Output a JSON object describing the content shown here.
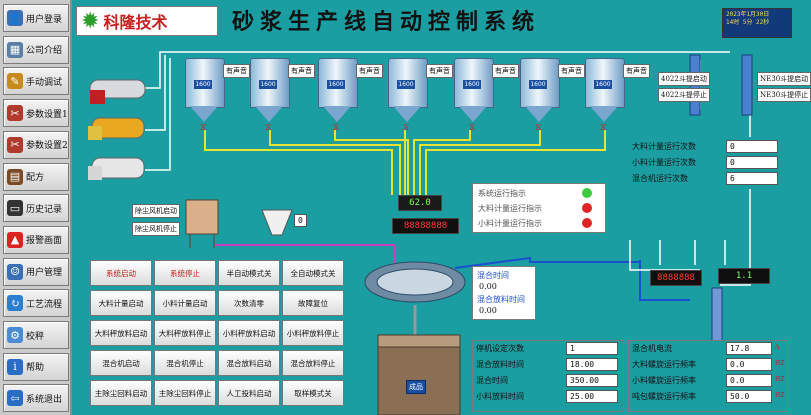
{
  "nav": {
    "items": [
      {
        "label": "用户登录",
        "icon": "user-icon",
        "color": "#3b6fb5"
      },
      {
        "label": "公司介绍",
        "icon": "building-icon",
        "color": "#5a7fa3"
      },
      {
        "label": "手动调试",
        "icon": "wrench-icon",
        "color": "#c68a1d"
      },
      {
        "label": "参数设置1",
        "icon": "tools-icon",
        "color": "#b03a2e"
      },
      {
        "label": "参数设置2",
        "icon": "tools-icon",
        "color": "#b03a2e"
      },
      {
        "label": "配方",
        "icon": "notebook-icon",
        "color": "#7a4a26"
      },
      {
        "label": "历史记录",
        "icon": "monitor-icon",
        "color": "#333"
      },
      {
        "label": "报警画面",
        "icon": "siren-icon",
        "color": "#d22"
      },
      {
        "label": "用户管理",
        "icon": "user-admin-icon",
        "color": "#3b6fb5"
      },
      {
        "label": "工艺流程",
        "icon": "refresh-icon",
        "color": "#2c7fcf"
      },
      {
        "label": "校秤",
        "icon": "gear-icon",
        "color": "#4a8bd4"
      },
      {
        "label": "帮助",
        "icon": "info-icon",
        "color": "#2b6cc4"
      },
      {
        "label": "系统退出",
        "icon": "exit-icon",
        "color": "#2b6cc4"
      }
    ]
  },
  "header": {
    "logo_text": "科隆技术",
    "title": "砂浆生产线自动控制系统",
    "clock_date": "2023年1月30日",
    "clock_time": "14时 5分 22秒"
  },
  "silos": {
    "tags": [
      "有声音",
      "有声音",
      "有声音",
      "有声音",
      "有声音",
      "有声音",
      "有声音"
    ]
  },
  "elevators": {
    "start_label": "4022斗提启动",
    "stop_label": "4022斗提停止",
    "start2_label": "NE30斗提启动",
    "stop2_label": "NE30斗提停止"
  },
  "dust": {
    "start_label": "除尘风机启动",
    "stop_label": "除尘风机停止",
    "bin_value": "0"
  },
  "scale": {
    "main_display": "62.0",
    "sub_display": "88888888",
    "small_display": "1.1"
  },
  "counts": {
    "rows": [
      {
        "label": "大料计量运行次数",
        "value": "0"
      },
      {
        "label": "小料计量运行次数",
        "value": "0"
      },
      {
        "label": "混合机运行次数",
        "value": "6"
      }
    ]
  },
  "indicators": {
    "rows": [
      {
        "label": "系统运行指示",
        "color": "#3fc93f"
      },
      {
        "label": "大料计量运行指示",
        "color": "#e02424"
      },
      {
        "label": "小料计量运行指示",
        "color": "#e02424"
      }
    ]
  },
  "mix": {
    "mix_time_label": "混合时间",
    "mix_time_value": "0.00",
    "discharge_label": "混合放料时间",
    "discharge_value": "0.00"
  },
  "controls": [
    [
      "系统启动",
      "系统停止",
      "半自动模式关",
      "全自动模式关"
    ],
    [
      "大料计量启动",
      "小料计量启动",
      "次数清零",
      "故障复位"
    ],
    [
      "大料秤放料启动",
      "大料秤放料停止",
      "小料秤放料启动",
      "小料秤放料停止"
    ],
    [
      "混合机启动",
      "混合机停止",
      "混合放料启动",
      "混合放料停止"
    ],
    [
      "主除尘回料启动",
      "主除尘回料停止",
      "人工投料启动",
      "取样模式关"
    ]
  ],
  "finished_silo_label": "成品",
  "params_left": [
    {
      "label": "停机设定次数",
      "value": "1"
    },
    {
      "label": "混合放料时间",
      "value": "18.00"
    },
    {
      "label": "混合时间",
      "value": "350.00"
    },
    {
      "label": "小料放料时间",
      "value": "25.00"
    }
  ],
  "params_right": [
    {
      "label": "混合机电流",
      "value": "17.8",
      "unit": "A"
    },
    {
      "label": "大料螺旋运行频率",
      "value": "0.0",
      "unit": "HZ"
    },
    {
      "label": "小料螺旋运行频率",
      "value": "0.0",
      "unit": "HZ"
    },
    {
      "label": "吨包螺旋运行频率",
      "value": "50.0",
      "unit": "HZ"
    }
  ]
}
